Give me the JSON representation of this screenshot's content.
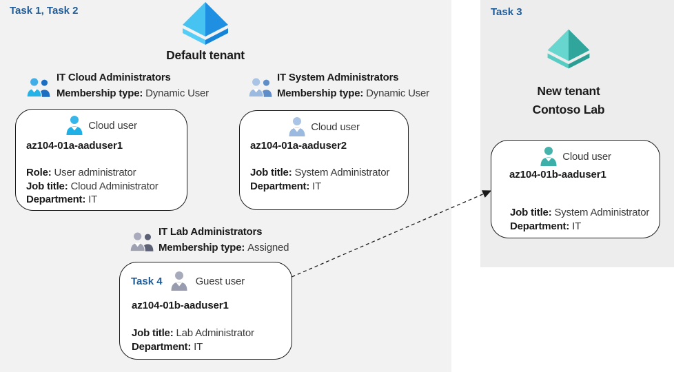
{
  "left_panel": {
    "task_label": "Task 1, Task 2",
    "tenant_title": "Default tenant",
    "groups": [
      {
        "title": "IT Cloud Administrators",
        "membership_label": "Membership type:",
        "membership_value": "Dynamic User"
      },
      {
        "title": "IT System Administrators",
        "membership_label": "Membership type:",
        "membership_value": "Dynamic User"
      },
      {
        "title": "IT Lab Administrators",
        "membership_label": "Membership type:",
        "membership_value": "Assigned"
      }
    ],
    "cards": [
      {
        "type_label": "Cloud user",
        "name": "az104-01a-aaduser1",
        "fields": [
          {
            "label": "Role:",
            "value": "User administrator"
          },
          {
            "label": "Job title:",
            "value": "Cloud Administrator"
          },
          {
            "label": "Department:",
            "value": "IT"
          }
        ]
      },
      {
        "type_label": "Cloud user",
        "name": "az104-01a-aaduser2",
        "fields": [
          {
            "label": "Job title:",
            "value": "System Administrator"
          },
          {
            "label": "Department:",
            "value": "IT"
          }
        ]
      },
      {
        "task_label": "Task 4",
        "type_label": "Guest user",
        "name": "az104-01b-aaduser1",
        "fields": [
          {
            "label": "Job title:",
            "value": "Lab Administrator"
          },
          {
            "label": "Department:",
            "value": "IT"
          }
        ]
      }
    ]
  },
  "right_panel": {
    "task_label": "Task 3",
    "tenant_title_line1": "New tenant",
    "tenant_title_line2": "Contoso Lab",
    "card": {
      "type_label": "Cloud user",
      "name": "az104-01b-aaduser1",
      "fields": [
        {
          "label": "Job title:",
          "value": "System Administrator"
        },
        {
          "label": "Department:",
          "value": "IT"
        }
      ]
    }
  },
  "colors": {
    "task_label_blue": "#1e5c99",
    "left_bg": "#f2f2f2",
    "right_bg": "#ededed",
    "icon_blue": "#29b2e8",
    "icon_steel": "#9cbadf",
    "icon_gray": "#9da1b2",
    "icon_teal": "#41b0a8"
  }
}
